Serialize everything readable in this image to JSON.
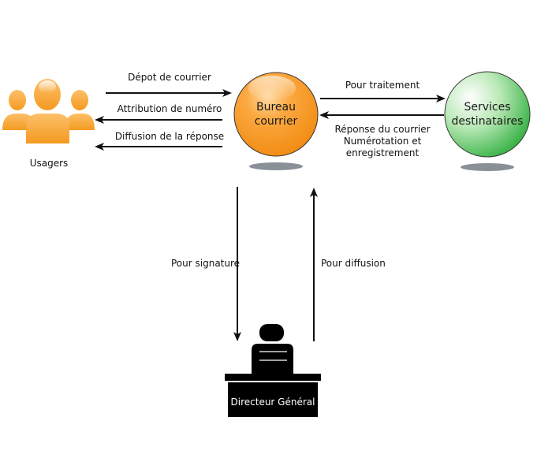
{
  "diagram": {
    "nodes": {
      "usagers": {
        "label": "Usagers",
        "color": "#F7941D"
      },
      "bureau": {
        "label_line1": "Bureau",
        "label_line2": "courrier",
        "color": "#F7941D"
      },
      "services": {
        "label_line1": "Services",
        "label_line2": "destinataires",
        "color": "#3DB54A"
      },
      "directeur": {
        "label": "Directeur Général",
        "color": "#000000"
      }
    },
    "edges": [
      {
        "id": "depot",
        "from": "usagers",
        "to": "bureau",
        "label": "Dépot de courrier"
      },
      {
        "id": "attribution",
        "from": "bureau",
        "to": "usagers",
        "label": "Attribution de numéro"
      },
      {
        "id": "diffusion-reponse",
        "from": "bureau",
        "to": "usagers",
        "label": "Diffusion de la réponse"
      },
      {
        "id": "traitement",
        "from": "bureau",
        "to": "services",
        "label": "Pour traitement"
      },
      {
        "id": "reponse",
        "from": "services",
        "to": "bureau",
        "label_lines": [
          "Réponse du courrier",
          "Numérotation et",
          "enregistrement"
        ]
      },
      {
        "id": "signature",
        "from": "bureau",
        "to": "directeur",
        "label": "Pour signature"
      },
      {
        "id": "diffusion",
        "from": "directeur",
        "to": "bureau",
        "label": "Pour diffusion"
      }
    ]
  }
}
